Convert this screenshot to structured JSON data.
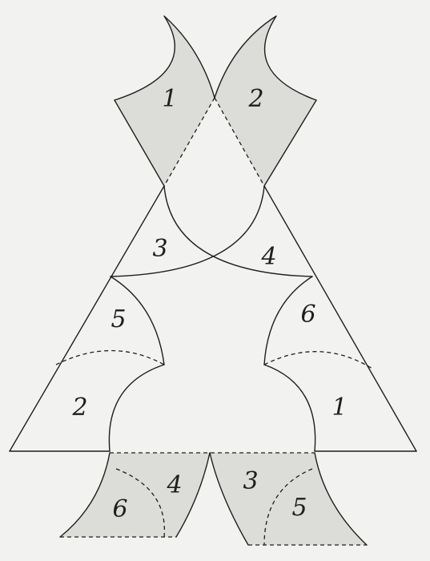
{
  "pieces": [
    {
      "id": "top-left",
      "label": "1"
    },
    {
      "id": "top-right",
      "label": "2"
    },
    {
      "id": "upper-left",
      "label": "3"
    },
    {
      "id": "upper-right",
      "label": "4"
    },
    {
      "id": "mid-left",
      "label": "5"
    },
    {
      "id": "mid-right",
      "label": "6"
    },
    {
      "id": "low-left",
      "label": "2"
    },
    {
      "id": "low-right",
      "label": "1"
    },
    {
      "id": "bottom-left-inner",
      "label": "4"
    },
    {
      "id": "bottom-left-outer",
      "label": "6"
    },
    {
      "id": "bottom-right-inner",
      "label": "3"
    },
    {
      "id": "bottom-right-outer",
      "label": "5"
    }
  ]
}
